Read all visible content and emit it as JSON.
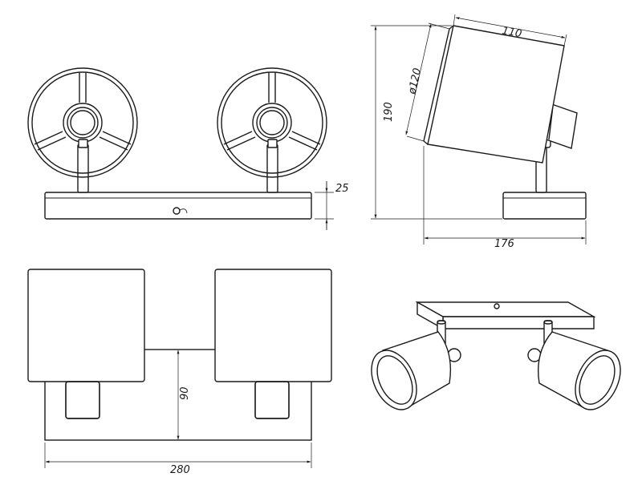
{
  "drawing": {
    "views": [
      "front-view",
      "side-view",
      "top-view",
      "isometric-view"
    ],
    "dimensions": {
      "base_height": "25",
      "shade_length": "110",
      "shade_diameter": "ø120",
      "total_height": "190",
      "total_depth": "176",
      "bar_depth": "90",
      "total_width": "280"
    }
  }
}
